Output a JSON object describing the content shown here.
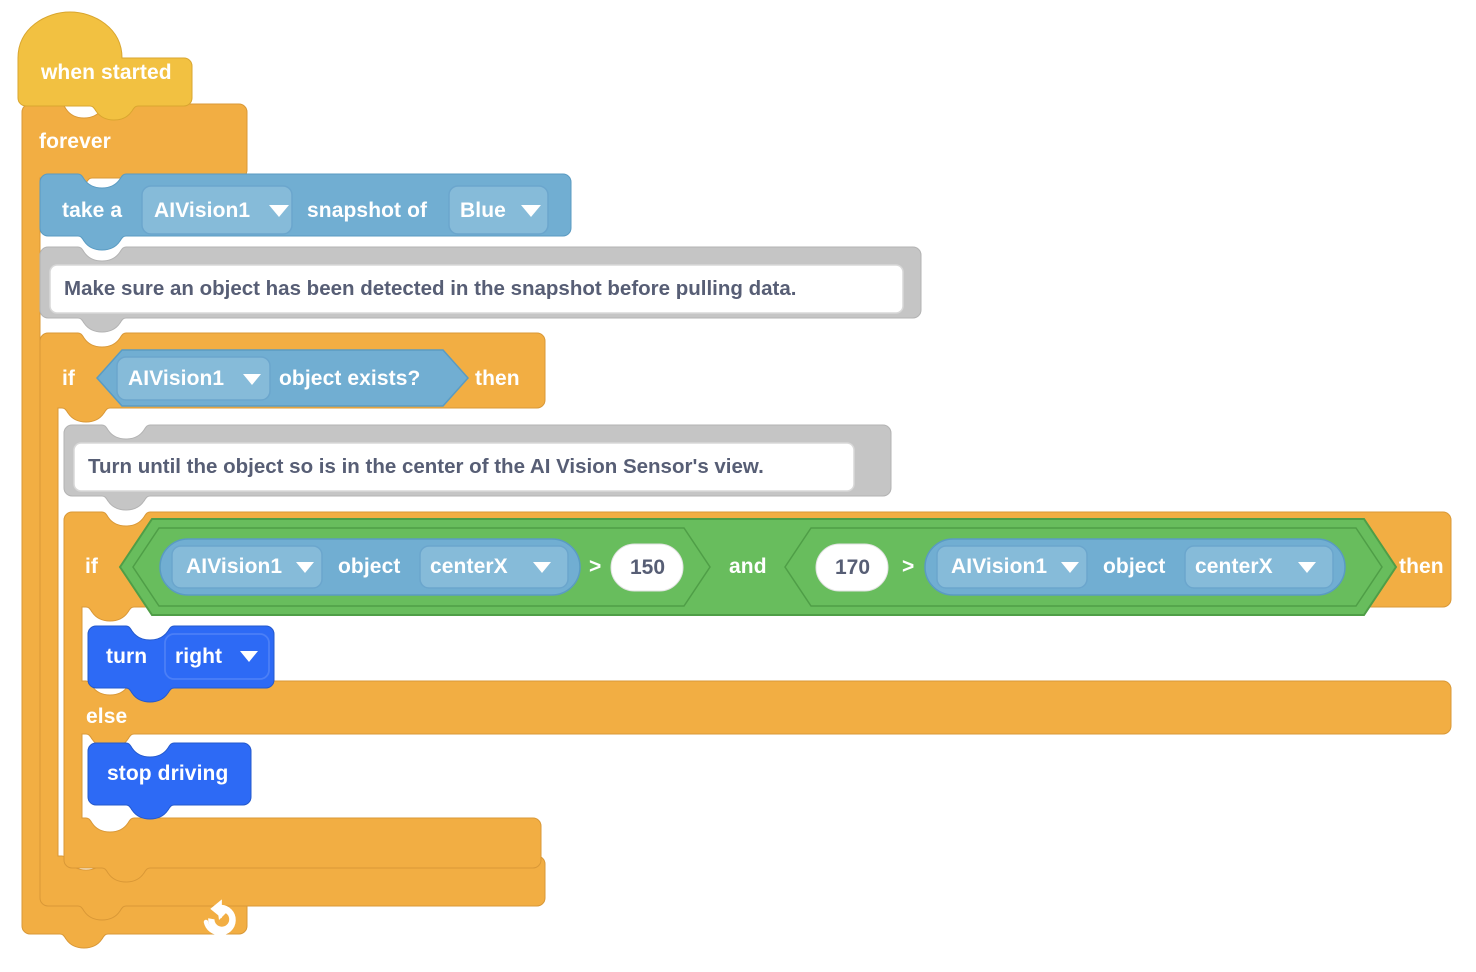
{
  "app": {
    "kind": "block-based visual programming workspace",
    "canvas_background": "#ffffff"
  },
  "palette": {
    "event_yellow": "#F2C141",
    "control_orange": "#F2AE43",
    "control_orange_stroke": "#CF8B2C",
    "sensing_blue": "#71AED2",
    "sensing_blue_field": "#86BBD9",
    "sensing_blue_stroke": "#5A9BC2",
    "operator_green": "#68BD5D",
    "operator_green_stroke": "#4F9E47",
    "drivetrain_blue": "#2D6AF5",
    "drivetrain_blue_stroke": "#2257C9",
    "comment_gray": "#C5C5C5",
    "comment_gray_stroke": "#AFAFAF",
    "comment_field_white": "#FFFFFF",
    "text_white": "#FFFFFF",
    "text_dark": "#575E75"
  },
  "script": {
    "hat": {
      "label": "when started"
    },
    "forever": {
      "label": "forever",
      "loop_icon": "loop-arrow-icon"
    },
    "snapshot_block": {
      "prefix": "take a",
      "device": "AIVision1",
      "middle": "snapshot of",
      "signature": "Blue",
      "dropdown_icon": "chevron-down-icon"
    },
    "comment_1": {
      "text": "Make sure an object has been detected in the snapshot before pulling data."
    },
    "if_exists": {
      "keyword_if": "if",
      "keyword_then": "then",
      "condition": {
        "device": "AIVision1",
        "predicate": "object exists?",
        "dropdown_icon": "chevron-down-icon"
      }
    },
    "comment_2": {
      "text": "Turn until the object so is in the center of the AI Vision Sensor's view."
    },
    "if_else_center": {
      "keyword_if": "if",
      "keyword_then": "then",
      "keyword_else": "else",
      "condition": {
        "operator": "and",
        "left": {
          "comparator": ">",
          "lhs": {
            "device": "AIVision1",
            "word": "object",
            "property": "centerX",
            "dropdown_icon": "chevron-down-icon"
          },
          "rhs": "150"
        },
        "right": {
          "comparator": ">",
          "lhs": "170",
          "rhs": {
            "device": "AIVision1",
            "word": "object",
            "property": "centerX",
            "dropdown_icon": "chevron-down-icon"
          }
        }
      },
      "then_body": [
        {
          "label": "turn",
          "field": "right",
          "dropdown_icon": "chevron-down-icon"
        }
      ],
      "else_body": [
        {
          "label": "stop driving"
        }
      ]
    }
  }
}
